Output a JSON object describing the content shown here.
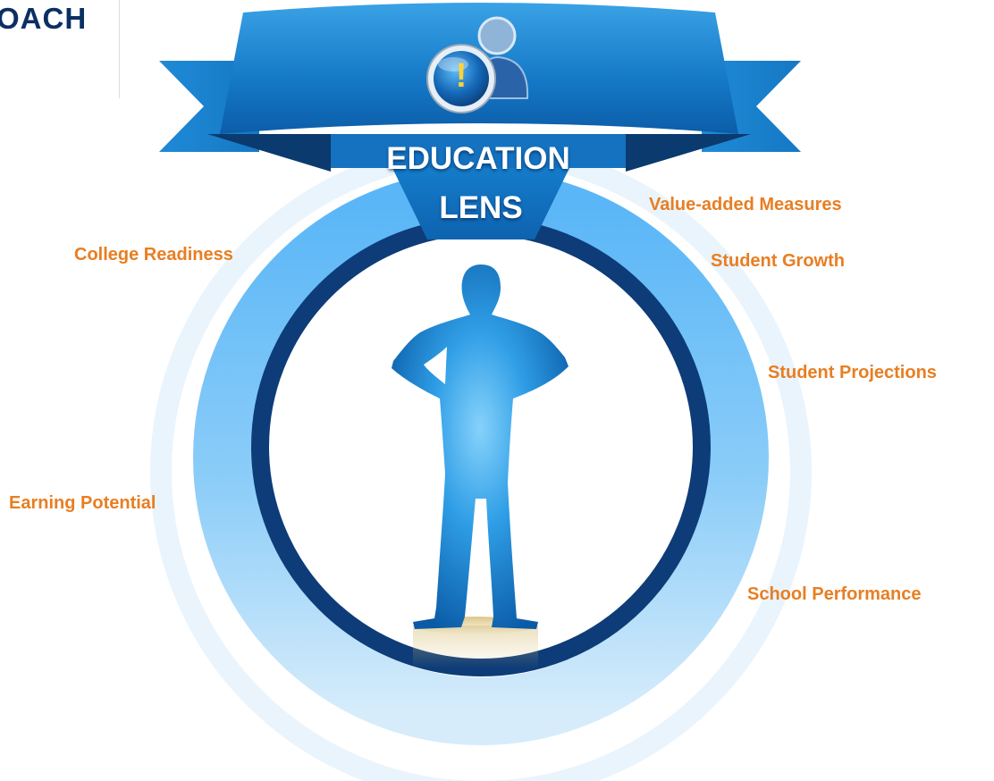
{
  "header": {
    "title": "OACH"
  },
  "banner": {
    "line1": "EDUCATION",
    "line2": "LENS"
  },
  "icon": {
    "glyph": "!",
    "name": "info-person-icon"
  },
  "labels": {
    "value_added": "Value-added Measures",
    "student_growth": "Student Growth",
    "college_readiness": "College Readiness",
    "student_projections": "Student Projections",
    "earning_potential": "Earning Potential",
    "school_performance": "School Performance"
  },
  "colors": {
    "label": "#e87e22",
    "header": "#0b2f63",
    "ring_dark": "#0d3c78",
    "ring_light": "#5fb8f5",
    "banner": "#1479c8"
  }
}
